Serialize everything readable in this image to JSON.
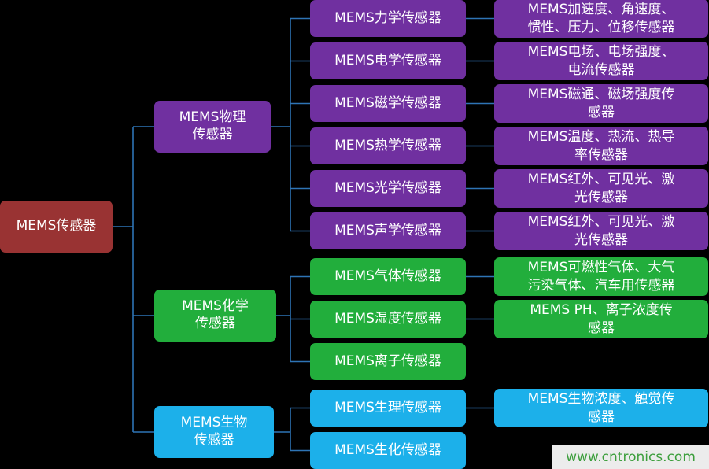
{
  "colors": {
    "root": "#993333",
    "physical": "#7030A0",
    "chemical": "#22AE3C",
    "biological": "#1CB0EA",
    "connector": "#2E74B5",
    "background": "#000000"
  },
  "root": {
    "label": "MEMS传感器"
  },
  "branches": [
    {
      "key": "physical",
      "label": "MEMS物理\n传感器",
      "children": [
        {
          "label": "MEMS力学传感器",
          "leaf": "MEMS加速度、角速度、\n惯性、压力、位移传感器"
        },
        {
          "label": "MEMS电学传感器",
          "leaf": "MEMS电场、电场强度、\n电流传感器"
        },
        {
          "label": "MEMS磁学传感器",
          "leaf": "MEMS磁通、磁场强度传\n感器"
        },
        {
          "label": "MEMS热学传感器",
          "leaf": "MEMS温度、热流、热导\n率传感器"
        },
        {
          "label": "MEMS光学传感器",
          "leaf": "MEMS红外、可见光、激\n光传感器"
        },
        {
          "label": "MEMS声学传感器",
          "leaf": "MEMS红外、可见光、激\n光传感器"
        }
      ]
    },
    {
      "key": "chemical",
      "label": "MEMS化学\n传感器",
      "children": [
        {
          "label": "MEMS气体传感器",
          "leaf": "MEMS可燃性气体、大气\n污染气体、汽车用传感器"
        },
        {
          "label": "MEMS湿度传感器",
          "leaf": "MEMS PH、离子浓度传\n感器"
        },
        {
          "label": "MEMS离子传感器"
        }
      ]
    },
    {
      "key": "biological",
      "label": "MEMS生物\n传感器",
      "children": [
        {
          "label": "MEMS生理传感器",
          "leaf": "MEMS生物浓度、触觉传\n感器"
        },
        {
          "label": "MEMS生化传感器"
        }
      ]
    }
  ],
  "watermark": "www.cntronics.com"
}
